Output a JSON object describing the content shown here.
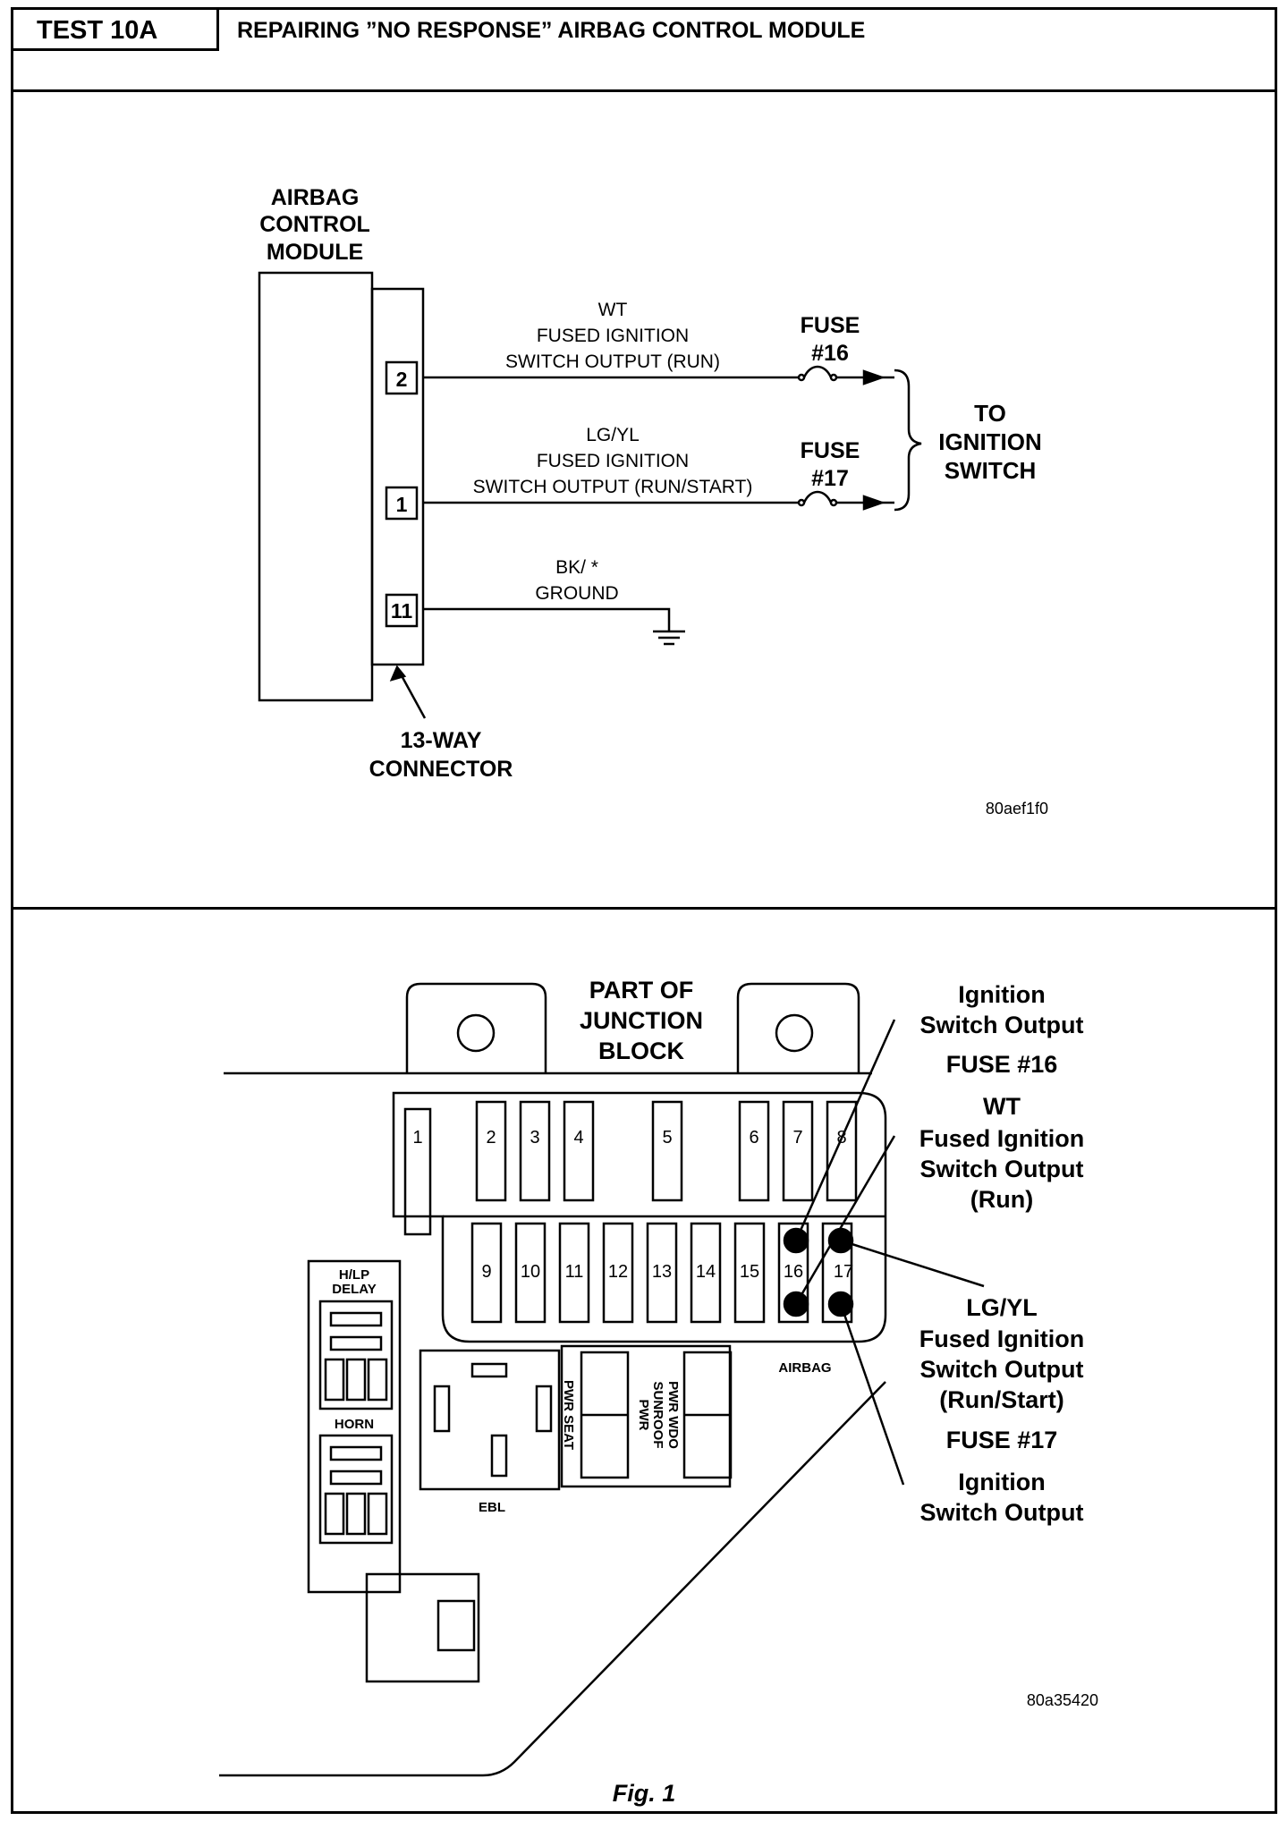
{
  "header": {
    "test_id": "TEST 10A",
    "title": "REPAIRING ”NO RESPONSE” AIRBAG CONTROL MODULE"
  },
  "schematic": {
    "module_label": [
      "AIRBAG",
      "CONTROL",
      "MODULE"
    ],
    "pins": [
      "2",
      "1",
      "11"
    ],
    "wire_run": [
      "WT",
      "FUSED IGNITION",
      "SWITCH OUTPUT (RUN)"
    ],
    "wire_runstart": [
      "LG/YL",
      "FUSED IGNITION",
      "SWITCH OUTPUT (RUN/START)"
    ],
    "wire_ground": [
      "BK/ *",
      "GROUND"
    ],
    "fuse16": [
      "FUSE",
      "#16"
    ],
    "fuse17": [
      "FUSE",
      "#17"
    ],
    "to_ignition": [
      "TO",
      "IGNITION",
      "SWITCH"
    ],
    "connector": [
      "13-WAY",
      "CONNECTOR"
    ],
    "ref": "80aef1f0"
  },
  "junction": {
    "title": [
      "PART OF",
      "JUNCTION",
      "BLOCK"
    ],
    "top_fuses": [
      "1",
      "2",
      "3",
      "4",
      "5",
      "6",
      "7",
      "8"
    ],
    "bottom_fuses": [
      "9",
      "10",
      "11",
      "12",
      "13",
      "14",
      "15",
      "16",
      "17"
    ],
    "hlp_delay": [
      "H/LP",
      "DELAY"
    ],
    "horn": "HORN",
    "ebl": "EBL",
    "pwr_seat": "PWR SEAT",
    "pwr_sunroof": [
      "PWR",
      "SUNROOF"
    ],
    "pwr_wdo": "PWR WDO",
    "airbag": "AIRBAG",
    "callout_top": [
      "Ignition",
      "Switch Output",
      "FUSE #16",
      "WT",
      "Fused Ignition",
      "Switch Output",
      "(Run)"
    ],
    "callout_bottom": [
      "LG/YL",
      "Fused Ignition",
      "Switch Output",
      "(Run/Start)",
      "FUSE #17",
      "Ignition",
      "Switch Output"
    ],
    "ref": "80a35420"
  },
  "figure_caption": "Fig. 1"
}
